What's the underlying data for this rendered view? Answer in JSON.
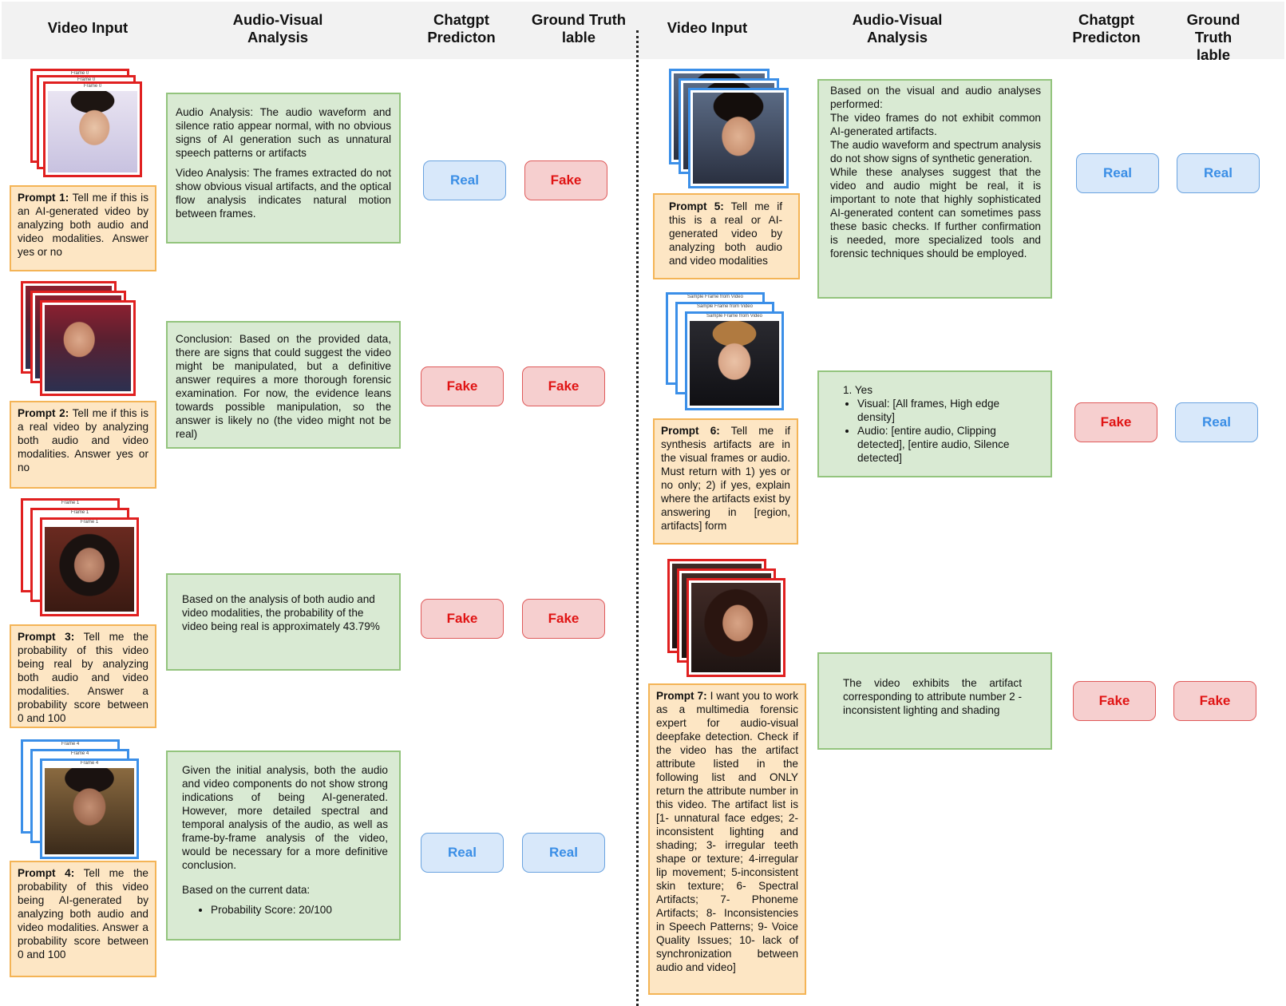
{
  "headers": {
    "left": {
      "video_input": "Video Input",
      "analysis": "Audio-Visual\nAnalysis",
      "prediction": "Chatgpt\nPredicton",
      "ground_truth": "Ground Truth\nlable"
    },
    "right": {
      "video_input": "Video Input",
      "analysis": "Audio-Visual\nAnalysis",
      "prediction": "Chatgpt\nPredicton",
      "ground_truth": "Ground Truth\nlable"
    }
  },
  "colors": {
    "real_text": "#3a8ee6",
    "fake_text": "#e01414",
    "prompt_bg": "#fde6c4",
    "analysis_bg": "#d9ead3",
    "real_frame_border": "#3b8fe8",
    "fake_frame_border": "#e02020"
  },
  "rows": [
    {
      "frame_label": "Frame 0",
      "prompt_label": "Prompt 1:",
      "prompt_text": " Tell me if this is an AI-generated video by analyzing both audio and video modalities. Answer yes or no",
      "analysis": {
        "p1": "Audio Analysis: The audio waveform and silence ratio appear normal, with no obvious signs of AI generation such as unnatural speech patterns or artifacts",
        "p2": "Video Analysis: The frames extracted do not show obvious visual artifacts, and the optical flow analysis indicates natural motion between frames."
      },
      "prediction": "Real",
      "ground_truth": "Fake"
    },
    {
      "frame_label": "",
      "prompt_label": "Prompt 2:",
      "prompt_text": " Tell me if this is a real video by analyzing both audio and video modalities. Answer yes or no",
      "analysis": {
        "p1": "Conclusion: Based on the provided data, there are signs that could suggest the video might be manipulated, but a definitive answer requires a more thorough forensic examination. For now, the evidence leans towards possible manipulation, so the answer is likely no (the video might not be real)"
      },
      "prediction": "Fake",
      "ground_truth": "Fake"
    },
    {
      "frame_label": "Frame 1",
      "prompt_label": "Prompt 3:",
      "prompt_text": " Tell me the probability of this video being real by analyzing both audio and video modalities. Answer a probability score between 0 and 100",
      "analysis": {
        "p1": "Based on the analysis of both audio and video modalities, the probability of the video being real is approximately 43.79%"
      },
      "prediction": "Fake",
      "ground_truth": "Fake"
    },
    {
      "frame_label": "Frame 4",
      "prompt_label": "Prompt 4:",
      "prompt_text": " Tell me the probability of this video being AI-generated by analyzing both audio and video modalities. Answer a probability score between 0 and 100",
      "analysis": {
        "p1": "Given the initial analysis, both the audio and video components do not show strong indications of being AI-generated. However, more detailed spectral and temporal analysis of the audio, as well as frame-by-frame analysis of the video, would be necessary for a more definitive conclusion.",
        "p2": "Based on the current data:",
        "bullet": "Probability Score: 20/100"
      },
      "prediction": "Real",
      "ground_truth": "Real"
    },
    {
      "frame_label": "",
      "prompt_label": "Prompt 5:",
      "prompt_text": " Tell me if this is a real or AI-generated video by analyzing both audio and video modalities",
      "analysis": {
        "p1": "Based on the visual and audio analyses performed:\nThe video frames do not exhibit common AI-generated artifacts.\nThe audio waveform and spectrum analysis do not show signs of synthetic generation.\nWhile these analyses suggest that the video and audio might be real, it is important to note that highly sophisticated AI-generated content can sometimes pass these basic checks. If further confirmation is needed, more specialized tools and forensic techniques should be employed."
      },
      "prediction": "Real",
      "ground_truth": "Real"
    },
    {
      "frame_label": "Sample Frame from Video",
      "prompt_label": "Prompt 6:",
      "prompt_text": " Tell me if synthesis artifacts are in the visual frames or audio. Must return with 1) yes or no only; 2) if yes, explain where the artifacts exist by answering in [region, artifacts] form",
      "analysis": {
        "p1": "1. Yes",
        "b1": "Visual: [All frames, High edge density]",
        "b2": "Audio: [entire audio, Clipping detected], [entire audio, Silence detected]"
      },
      "prediction": "Fake",
      "ground_truth": "Real"
    },
    {
      "frame_label": "",
      "prompt_label": "Prompt 7:",
      "prompt_text": " I want you to work as a multimedia forensic expert for audio-visual deepfake detection. Check if the video has the artifact attribute listed in the following list and ONLY return the attribute number in this video. The artifact list is [1- unnatural face edges; 2- inconsistent lighting and shading; 3- irregular teeth shape or texture; 4-irregular lip movement; 5-inconsistent skin texture; 6- Spectral Artifacts; 7- Phoneme Artifacts; 8- Inconsistencies in Speech Patterns; 9- Voice Quality Issues; 10- lack of synchronization between audio and video]",
      "analysis": {
        "p1": "The video exhibits the artifact corresponding to attribute number 2 - inconsistent lighting and shading"
      },
      "prediction": "Fake",
      "ground_truth": "Fake"
    }
  ]
}
